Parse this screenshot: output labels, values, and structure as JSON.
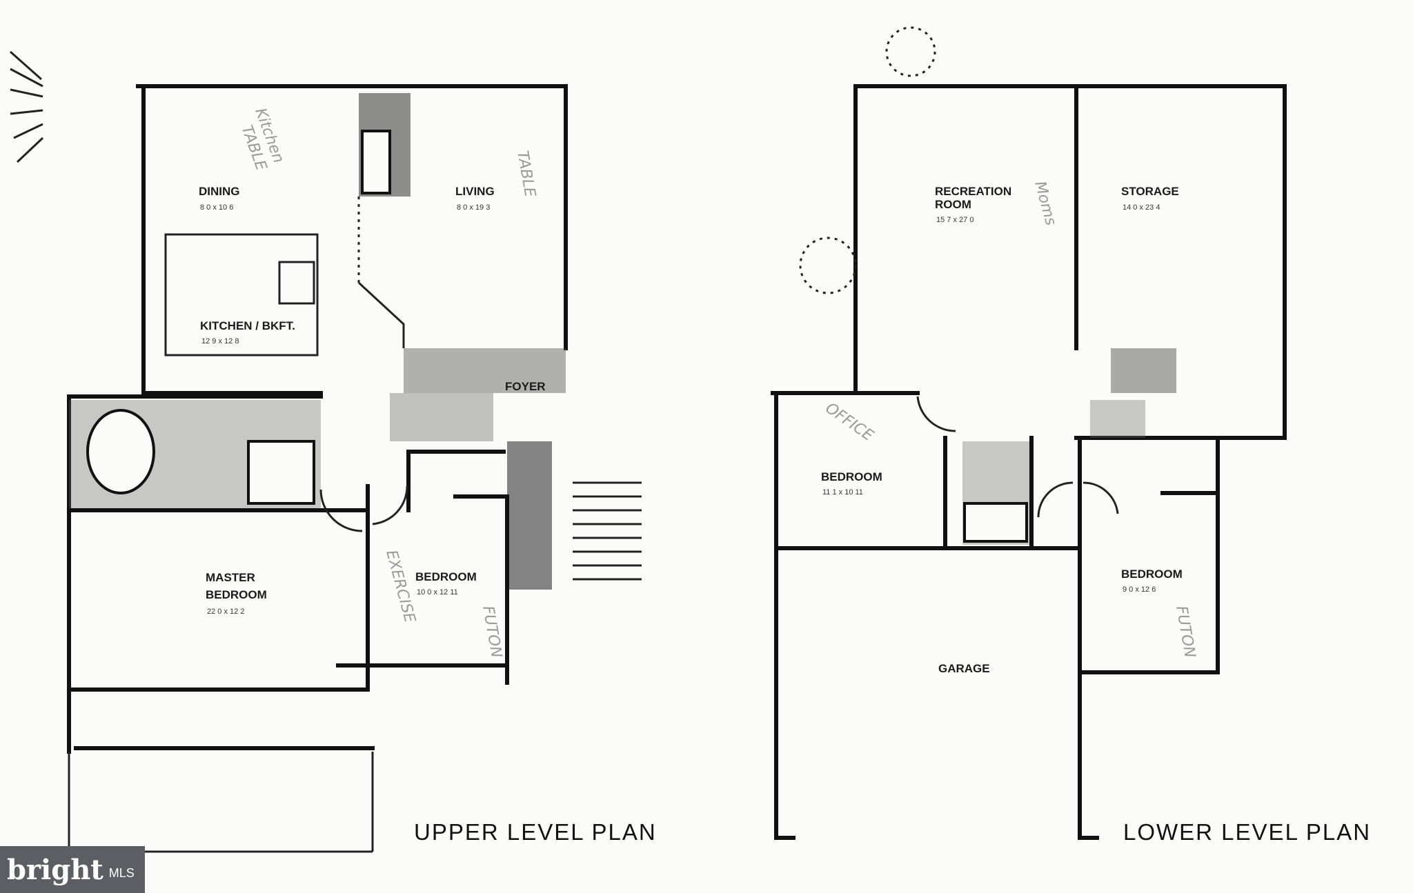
{
  "upper_plan": {
    "title": "UPPER LEVEL PLAN",
    "rooms": [
      {
        "name": "DINING",
        "dims": "8 0 x 10 6"
      },
      {
        "name": "LIVING",
        "dims": "8 0 x 19 3"
      },
      {
        "name": "KITCHEN / BKFT.",
        "dims": "12 9 x 12 8"
      },
      {
        "name": "FOYER",
        "dims": ""
      },
      {
        "name": "MASTER",
        "dims": ""
      },
      {
        "name": "BEDROOM",
        "dims": "22 0 x 12 2"
      },
      {
        "name": "BEDROOM",
        "dims": "10 0 x 12 11"
      }
    ],
    "handwritten": [
      "Kitchen",
      "TABLE",
      "TABLE",
      "EXERCISE",
      "FUTON"
    ]
  },
  "lower_plan": {
    "title": "LOWER LEVEL PLAN",
    "rooms": [
      {
        "name": "RECREATION",
        "dims": ""
      },
      {
        "name": "ROOM",
        "dims": "15 7 x 27 0"
      },
      {
        "name": "STORAGE",
        "dims": "14 0 x 23 4"
      },
      {
        "name": "BEDROOM",
        "dims": "11 1 x 10 11"
      },
      {
        "name": "BEDROOM",
        "dims": "9 0 x 12 6"
      },
      {
        "name": "GARAGE",
        "dims": ""
      }
    ],
    "handwritten": [
      "OFFICE",
      "Moms",
      "FUTON"
    ]
  },
  "watermark": {
    "brand": "bright",
    "sub": "MLS"
  },
  "colors": {
    "ink": "#111111",
    "paper": "#fbfbf9",
    "watermark_bg": "#5b5f63"
  }
}
